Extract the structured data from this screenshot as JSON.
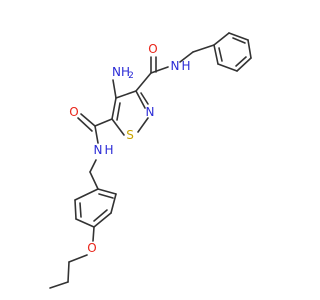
{
  "molecule": {
    "atoms": [
      {
        "id": "O1",
        "label": "O",
        "color": "#e8251a"
      },
      {
        "id": "N1",
        "label": "N",
        "color": "#2b2bd6"
      },
      {
        "id": "H1",
        "label": "H",
        "color": "#2b2bd6"
      },
      {
        "id": "NH2a",
        "label": "NH",
        "color": "#2b2bd6"
      },
      {
        "id": "NH2b",
        "label": "2",
        "color": "#2b2bd6"
      },
      {
        "id": "N2",
        "label": "N",
        "color": "#2b2bd6"
      },
      {
        "id": "S1",
        "label": "S",
        "color": "#c8a400"
      },
      {
        "id": "O2",
        "label": "O",
        "color": "#e8251a"
      },
      {
        "id": "N3",
        "label": "N",
        "color": "#2b2bd6"
      },
      {
        "id": "H3",
        "label": "H",
        "color": "#2b2bd6"
      },
      {
        "id": "O3",
        "label": "O",
        "color": "#e8251a"
      }
    ]
  }
}
